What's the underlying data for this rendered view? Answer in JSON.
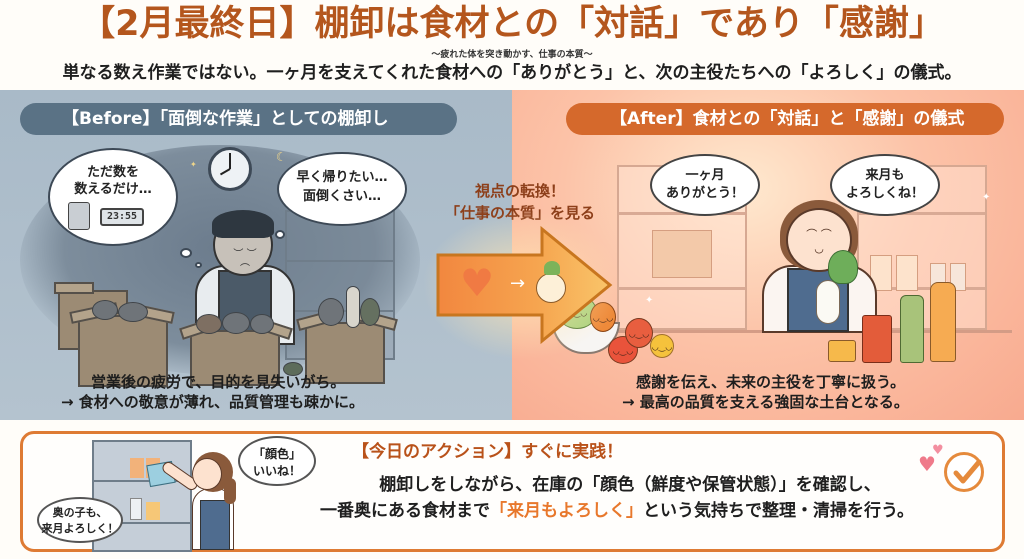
{
  "header": {
    "title": "【2月最終日】棚卸は食材との「対話」であり「感謝」",
    "tagline": "〜疲れた体を突き動かす、仕事の本質〜",
    "subtitle": "単なる数え作業ではない。一ヶ月を支えてくれた食材への「ありがとう」と、次の主役たちへの「よろしく」の儀式。"
  },
  "before": {
    "label": "【Before】「面倒な作業」としての棚卸し",
    "thought_left": [
      "ただ数を",
      "数えるだけ…"
    ],
    "clock_display": "23:55",
    "thought_right": [
      "早く帰りたい…",
      "面倒くさい…"
    ],
    "caption": [
      "営業後の疲労で、目的を見失いがち。",
      "→ 食材への敬意が薄れ、品質管理も疎かに。"
    ],
    "color": "#5a7285",
    "bg_color": "#adbdca"
  },
  "transition": {
    "text": [
      "視点の転換！",
      "「仕事の本質」を見る"
    ],
    "icons": [
      "heart-icon",
      "turnip-icon"
    ]
  },
  "after": {
    "label": "【After】食材との「対話」と「感謝」の儀式",
    "bubble_left": [
      "一ヶ月",
      "ありがとう！"
    ],
    "bubble_right": [
      "来月も",
      "よろしくね！"
    ],
    "caption": [
      "感謝を伝え、未来の主役を丁寧に扱う。",
      "→ 最高の品質を支える強固な土台となる。"
    ],
    "color": "#d5692c",
    "bg_color": "#fbb89c"
  },
  "action": {
    "title": "【今日のアクション】すぐに実践！",
    "line1": "棚卸しをしながら、在庫の「顔色（鮮度や保管状態）」を確認し、",
    "line2_pre": "一番奥にある食材まで",
    "line2_highlight": "「来月もよろしく」",
    "line2_post": "という気持ちで整理・清掃を行う。",
    "bubble_left": [
      "奥の子も、",
      "来月よろしく！"
    ],
    "bubble_right": [
      "「顔色」",
      "いいね！"
    ],
    "accent_color": "#de7b34"
  }
}
